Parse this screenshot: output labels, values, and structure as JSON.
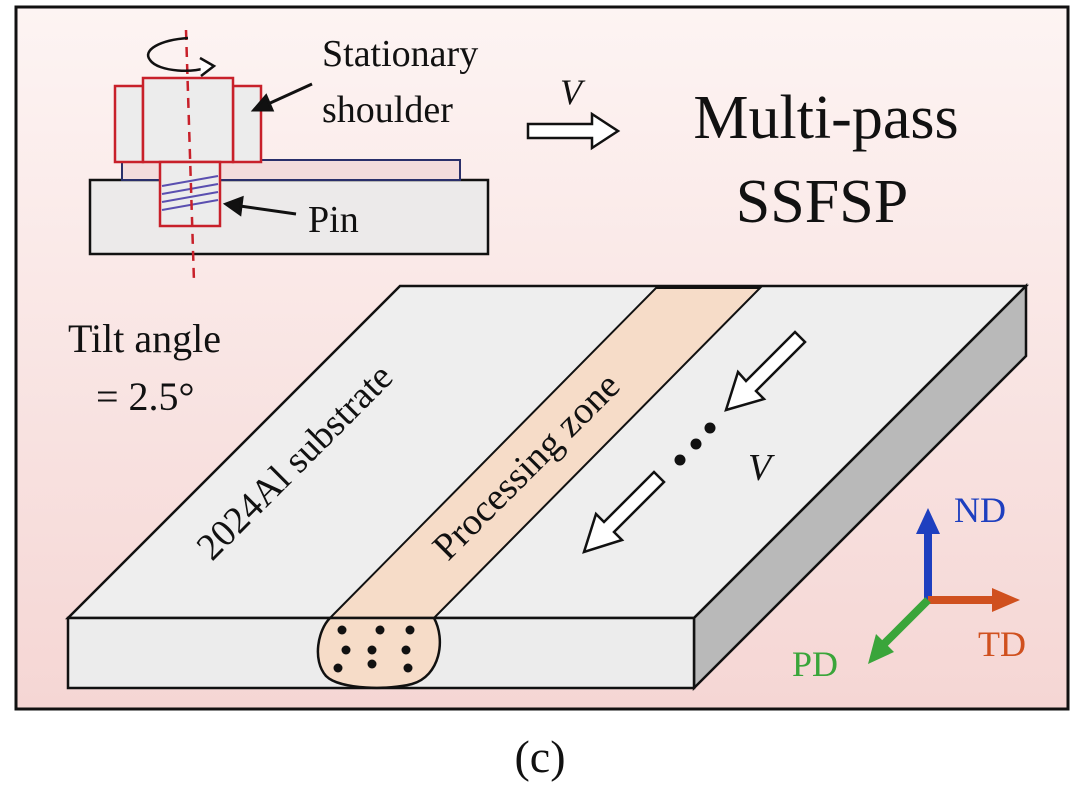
{
  "labels": {
    "stationary": "Stationary",
    "shoulder": "shoulder",
    "pin": "Pin",
    "speed_top": "V",
    "title_line1": "Multi-pass",
    "title_line2": "SSFSP",
    "tilt_line1": "Tilt angle",
    "tilt_line2": "= 2.5°",
    "substrate": "2024Al substrate",
    "zone": "Processing zone",
    "speed_plate": "V",
    "nd": "ND",
    "td": "TD",
    "pd": "PD",
    "caption": "(c)"
  },
  "colors": {
    "tool_red": "#c8202a",
    "processing_zone": "#f6dcc8",
    "nd_arrow": "#1e3fbf",
    "td_arrow": "#d0501e",
    "pd_arrow": "#3aa53a",
    "frame_bg_top": "#fdf3f2",
    "frame_bg_bottom": "#f6d8d6",
    "pin_thread": "#5a4fb0"
  }
}
